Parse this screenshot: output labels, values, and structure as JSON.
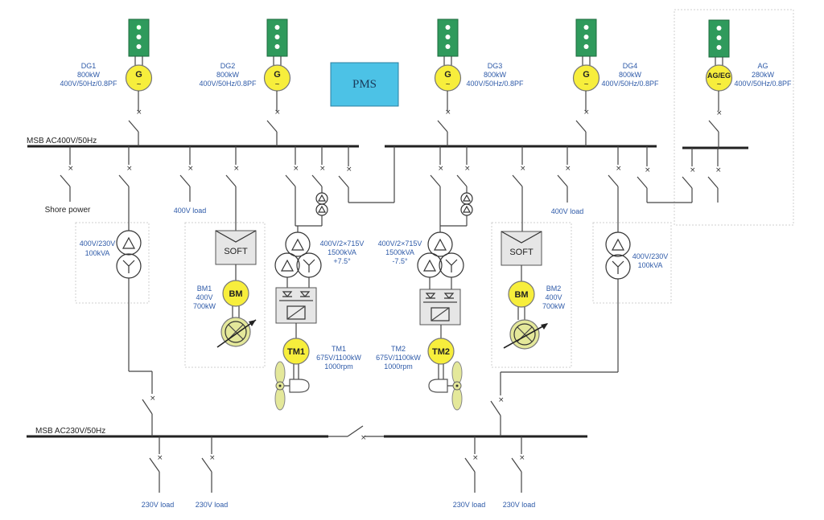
{
  "diagram": {
    "title": "Ship electric propulsion single-line diagram",
    "pms": {
      "label": "PMS",
      "color": "#4cc2e6"
    },
    "buses": {
      "main_400": {
        "label": "MSB  AC400V/50Hz"
      },
      "main_230": {
        "label": "MSB  AC230V/50Hz"
      }
    },
    "generators": [
      {
        "id": "DG1",
        "symbol": "G",
        "name": "DG1",
        "power": "800kW",
        "rating": "400V/50Hz/0.8PF"
      },
      {
        "id": "DG2",
        "symbol": "G",
        "name": "DG2",
        "power": "800kW",
        "rating": "400V/50Hz/0.8PF"
      },
      {
        "id": "DG3",
        "symbol": "G",
        "name": "DG3",
        "power": "800kW",
        "rating": "400V/50Hz/0.8PF"
      },
      {
        "id": "DG4",
        "symbol": "G",
        "name": "DG4",
        "power": "800kW",
        "rating": "400V/50Hz/0.8PF"
      },
      {
        "id": "AG",
        "symbol": "AG/EG",
        "name": "AG",
        "power": "280kW",
        "rating": "400V/50Hz/0.8PF"
      }
    ],
    "shore_power": {
      "label": "Shore power"
    },
    "loads_400": [
      {
        "label": "400V load"
      },
      {
        "label": "400V load"
      }
    ],
    "transformers_230": [
      {
        "ratio": "400V/230V",
        "power": "100kVA"
      },
      {
        "ratio": "400V/230V",
        "power": "100kVA"
      }
    ],
    "propulsion_transformers": [
      {
        "ratio": "400V/2×715V",
        "power": "1500kVA",
        "shift": "+7.5°"
      },
      {
        "ratio": "400V/2×715V",
        "power": "1500kVA",
        "shift": "-7.5°"
      }
    ],
    "soft_starters": [
      {
        "label": "SOFT"
      },
      {
        "label": "SOFT"
      }
    ],
    "bow_motors": [
      {
        "symbol": "BM",
        "name": "BM1",
        "voltage": "400V",
        "power": "700kW"
      },
      {
        "symbol": "BM",
        "name": "BM2",
        "voltage": "400V",
        "power": "700kW"
      }
    ],
    "thruster_motors": [
      {
        "symbol": "TM1",
        "name": "TM1",
        "rating": "675V/1100kW",
        "speed": "1000rpm"
      },
      {
        "symbol": "TM2",
        "name": "TM2",
        "rating": "675V/1100kW",
        "speed": "1000rpm"
      }
    ],
    "loads_230": [
      {
        "label": "230V load"
      },
      {
        "label": "230V load"
      },
      {
        "label": "230V load"
      },
      {
        "label": "230V load"
      }
    ],
    "breaker_mark": "×",
    "colors": {
      "label_text": "#2e5aa8",
      "generator_fill": "#f7ee3c",
      "engine_fill": "#2f9a5c",
      "propeller_fill": "#e4e89a"
    }
  }
}
